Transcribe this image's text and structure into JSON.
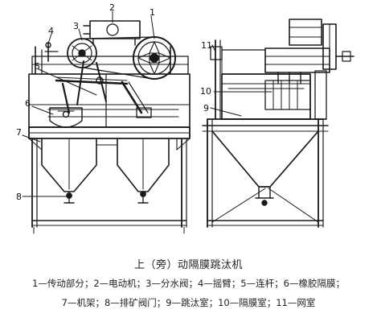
{
  "diagram": {
    "title": "上（旁）动隔膜跳汰机",
    "legend_line1": "1—传动部分；2—电动机；3—分水阀；4—摇臂；5—连杆；6—橡胶隔膜；",
    "legend_line2": "7—机架；8—排矿阀门；9—跳汰室；10—隔膜室；11—网室",
    "callouts": [
      "1",
      "2",
      "3",
      "4",
      "5",
      "6",
      "7",
      "8",
      "9",
      "10",
      "11"
    ]
  }
}
